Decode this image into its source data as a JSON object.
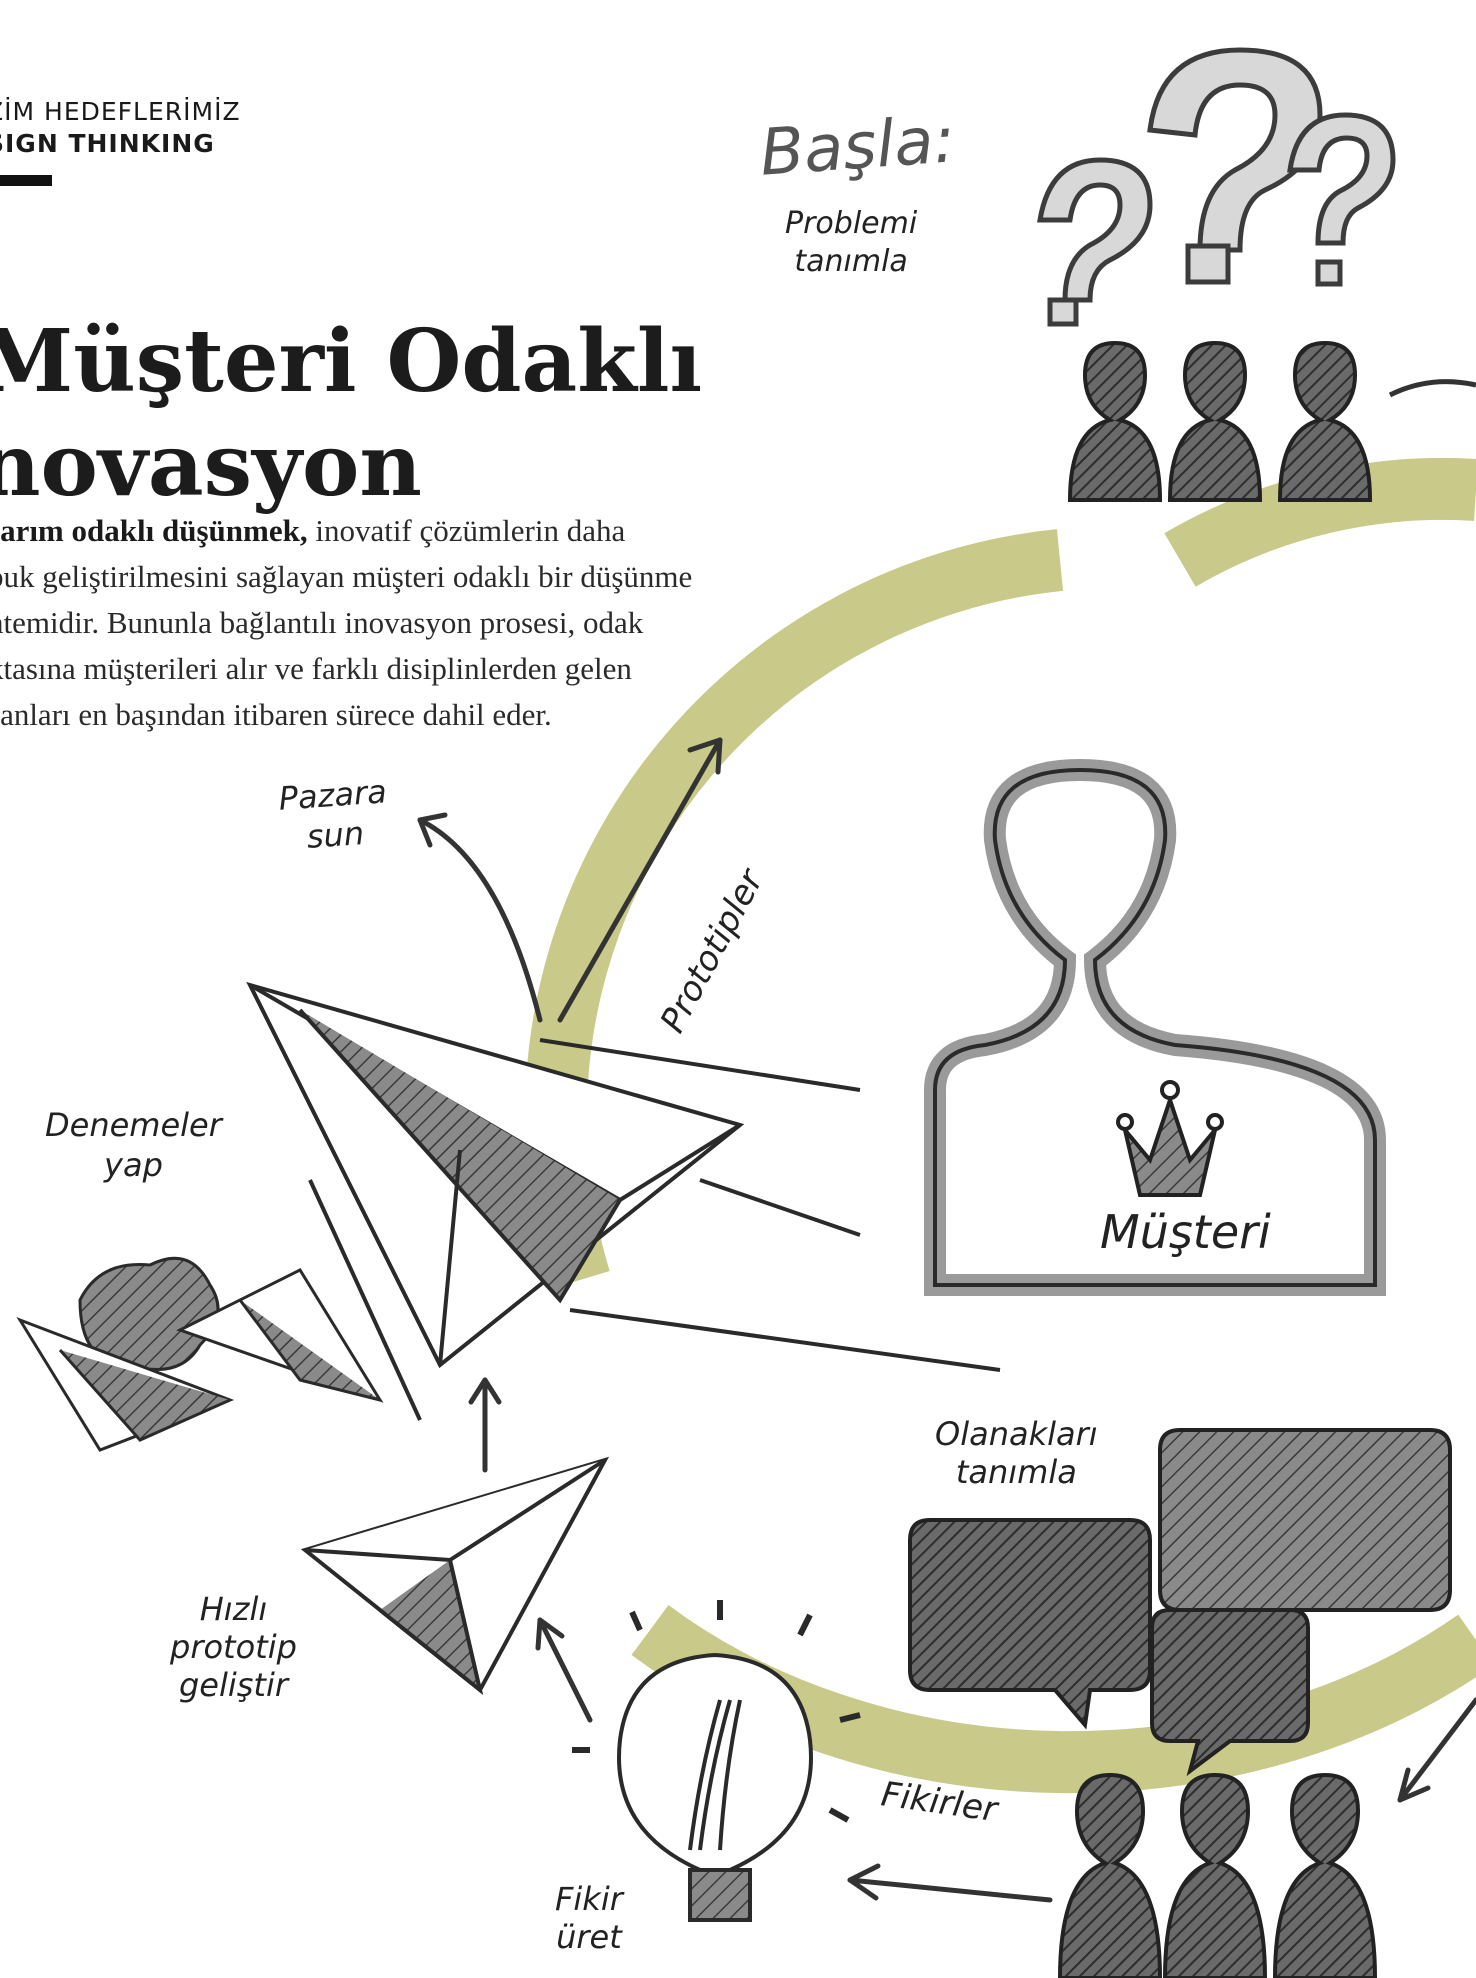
{
  "header": {
    "kicker_line1": "ZİM HEDEFLERİMİZ",
    "kicker_line2": "SIGN THINKING"
  },
  "headline": {
    "line1": "Müşteri Odaklı",
    "line2": "novasyon"
  },
  "intro": {
    "bold_lead": "sarım odaklı düşünmek,",
    "line1_rest": " inovatif çözümlerin daha",
    "line2": "buk geliştirilmesini sağlayan müşteri odaklı bir düşünme",
    "line3": "ntemidir. Bununla bağlantılı inovasyon prosesi, odak",
    "line4": "ktasına müşterileri alır ve farklı disiplinlerden gelen",
    "line5": "sanları en başından itibaren sürece dahil eder."
  },
  "diagram": {
    "start_title": "Başla:",
    "start_sub_1": "Problemi",
    "start_sub_2": "tanımla",
    "market_1": "Pazara",
    "market_2": "sun",
    "prototypes": "Prototipler",
    "trials_1": "Denemeler",
    "trials_2": "yap",
    "customer": "Müşteri",
    "opportunities_1": "Olanakları",
    "opportunities_2": "tanımla",
    "rapid_1": "Hızlı",
    "rapid_2": "prototip",
    "rapid_3": "geliştir",
    "ideas": "Fikirler",
    "generate_1": "Fikir",
    "generate_2": "üret"
  },
  "colors": {
    "accent_olive": "#c9c98a",
    "sketch_dark": "#4a4a4a",
    "sketch_gray": "#a8a8a8"
  }
}
